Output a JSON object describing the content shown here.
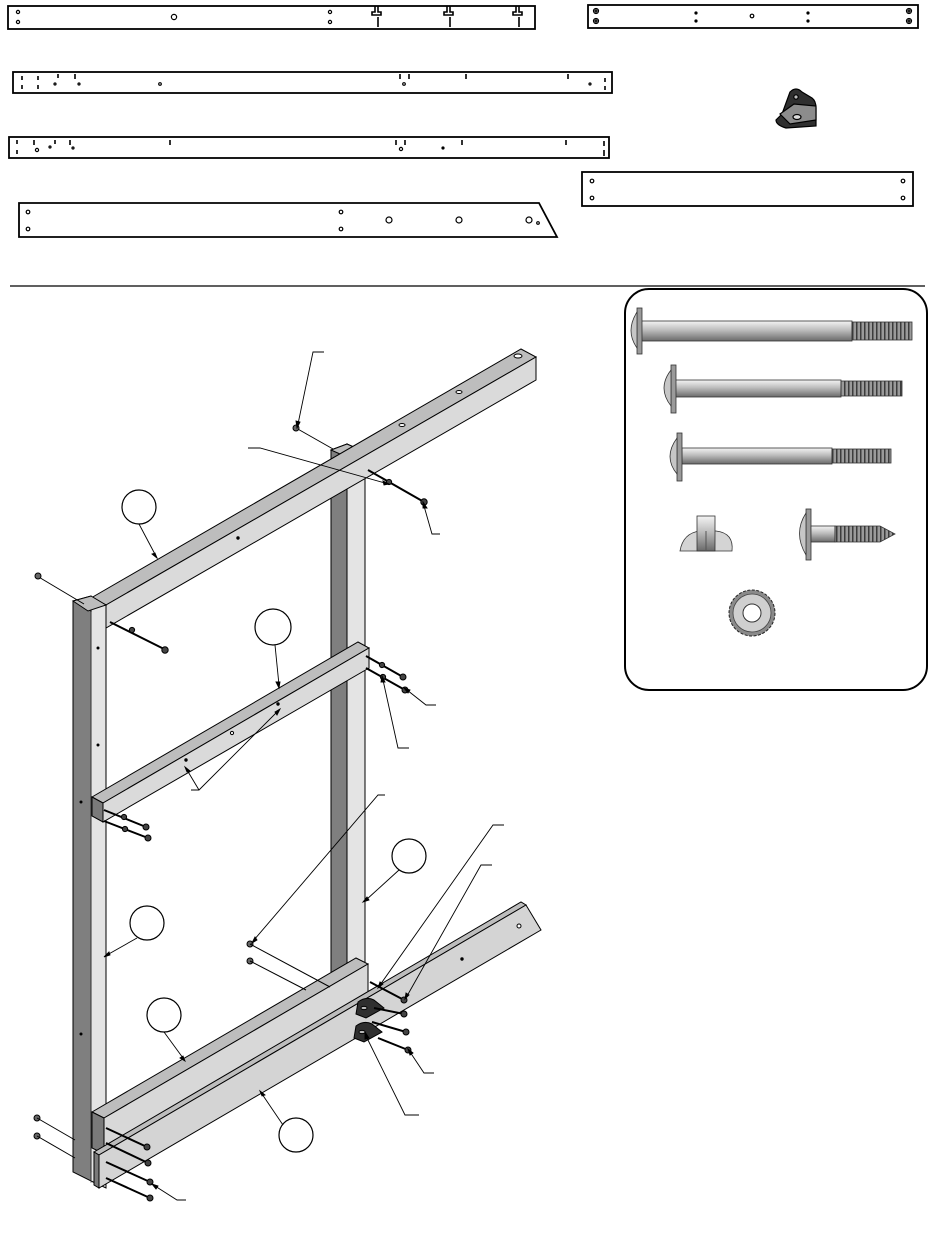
{
  "diagram": {
    "kind": "assembly-instruction",
    "top_panel": {
      "parts": [
        {
          "id": "board-long-a",
          "shape": "notched-board"
        },
        {
          "id": "board-short-a",
          "shape": "board"
        },
        {
          "id": "board-long-b",
          "shape": "notched-board"
        },
        {
          "id": "bracket",
          "shape": "angle-bracket"
        },
        {
          "id": "board-long-c",
          "shape": "notched-board"
        },
        {
          "id": "board-short-b",
          "shape": "board"
        },
        {
          "id": "board-angled",
          "shape": "angled-board"
        }
      ]
    },
    "hardware_panel": {
      "items": [
        {
          "id": "bolt-long",
          "icon": "carriage-bolt-icon"
        },
        {
          "id": "bolt-medium",
          "icon": "carriage-bolt-icon"
        },
        {
          "id": "bolt-short",
          "icon": "carriage-bolt-icon"
        },
        {
          "id": "tee-nut",
          "icon": "tee-nut-icon"
        },
        {
          "id": "lag-screw",
          "icon": "lag-screw-icon"
        },
        {
          "id": "lock-washer",
          "icon": "lock-washer-icon"
        }
      ]
    },
    "assembly": {
      "part_callouts": 7,
      "leader_lines": 14
    },
    "colors": {
      "line": "#000000",
      "wood_light": "#e2e2e2",
      "wood_mid": "#c4c4c4",
      "wood_dark": "#8a8a8a",
      "metal": "#b0b0b0"
    }
  }
}
